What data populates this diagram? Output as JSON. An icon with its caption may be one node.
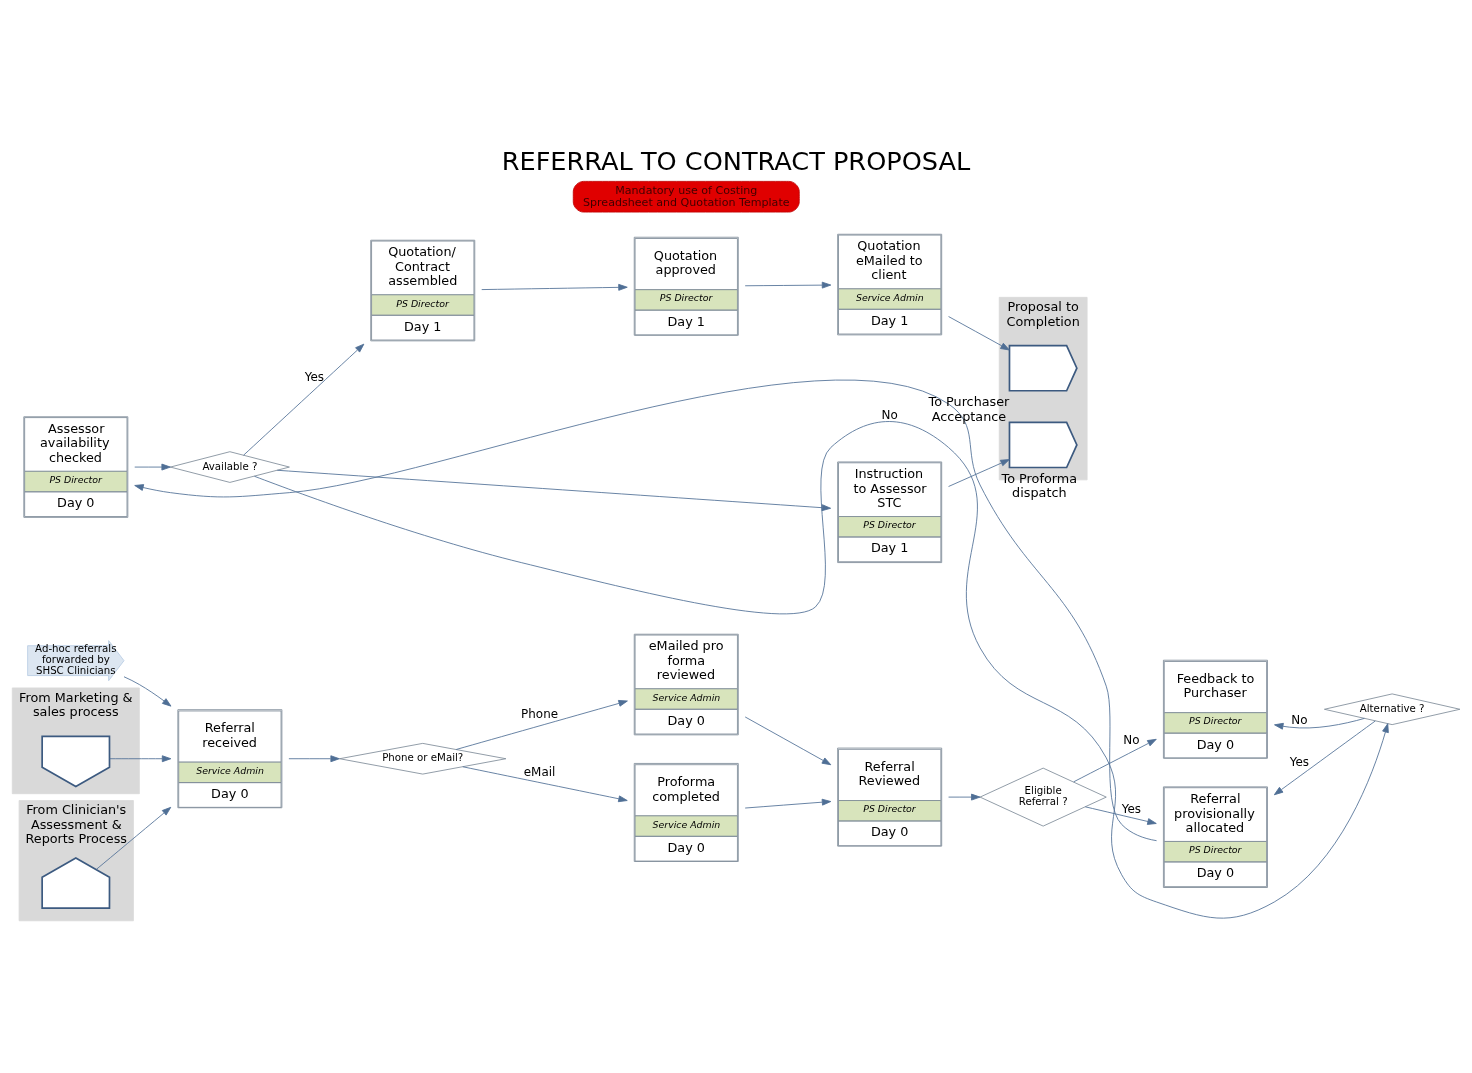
{
  "diagram": {
    "title": "REFERRAL TO CONTRACT PROPOSAL",
    "nodes": [
      {
        "text": [
          "From Marketing & sales process"
        ]
      },
      {
        "text": [],
        "shape": "pentagon",
        "in": 0
      },
      {
        "text": [
          "Ad-hoc referrals forwarded by SHSC Clinicians"
        ]
      },
      {
        "text": [
          "Referral received",
          "Service Admin",
          "Day 0"
        ]
      },
      {
        "text": [
          "From Clinician's Assessment & Reports Process"
        ]
      },
      {
        "text": [],
        "shape": "pentagon",
        "in": 4
      },
      {
        "text": [
          "Phone or eMail?"
        ]
      },
      {
        "text": [
          "eMailed pro forma reviewed",
          "Service Admin",
          "Day 0"
        ]
      },
      {
        "text": [
          "Proforma completed",
          "Service Admin",
          "Day 0"
        ]
      },
      {
        "text": [
          "Referral Reviewed",
          "PS Director",
          "Day 0"
        ]
      },
      {
        "text": [
          "Eligible Referral ?"
        ]
      },
      {
        "text": [
          "Feedback to Purchaser",
          "PS Director",
          "Day 0"
        ]
      },
      {
        "text": [
          "Referral provisionally allocated",
          "PS Director",
          "Day 0"
        ]
      },
      {
        "text": [
          "Alternative ?"
        ]
      },
      {
        "text": [
          "Assessor availability checked",
          "PS Director",
          "Day 0"
        ]
      },
      {
        "text": [
          "Available ?"
        ]
      },
      {
        "text": [
          "Quotation/ Contract assembled",
          "PS Director",
          "Day 1"
        ]
      },
      {
        "text": [
          "Quotation approved",
          "PS Director",
          "Day 1"
        ]
      },
      {
        "text": [
          "Quotation eMailed to client",
          "Service Admin",
          "Day 1"
        ]
      },
      {
        "text": [
          "Instruction to Assessor STC",
          "PS Director",
          "Day 1"
        ]
      },
      {
        "text": [
          "Mandatory use of Costing Spreadsheet and Quotation Template"
        ]
      },
      {
        "text": [
          "Proposal to Completion"
        ]
      },
      {
        "text": [],
        "shape": "pentagon",
        "in": 21,
        "beside": [
          "To Purchaser Acceptance"
        ]
      },
      {
        "text": [],
        "shape": "pentagon",
        "in": 21,
        "beside": [
          "To Proforma dispatch"
        ]
      }
    ],
    "edges": [
      {
        "from": 1,
        "to": 3,
        "arrow": "to"
      },
      {
        "from": 2,
        "to": 3,
        "arrow": "to"
      },
      {
        "from": 5,
        "to": 3,
        "arrow": "to"
      },
      {
        "from": 3,
        "to": 6,
        "arrow": "to"
      },
      {
        "from": 6,
        "to": 7,
        "arrow": "to",
        "label": "Phone"
      },
      {
        "from": 6,
        "to": 8,
        "arrow": "to",
        "label": "eMail"
      },
      {
        "from": 7,
        "to": 9,
        "arrow": "to"
      },
      {
        "from": 8,
        "to": 9,
        "arrow": "to"
      },
      {
        "from": 9,
        "to": 10,
        "arrow": "to"
      },
      {
        "from": 10,
        "to": 11,
        "arrow": "to",
        "label": "No"
      },
      {
        "from": 10,
        "to": 12,
        "arrow": "to",
        "label": "Yes"
      },
      {
        "from": 13,
        "to": 11,
        "arrow": "to",
        "label": "No"
      },
      {
        "from": 13,
        "to": 12,
        "arrow": "to",
        "label": "Yes"
      },
      {
        "from": 12,
        "to": 14,
        "arrow": "to"
      },
      {
        "from": 15,
        "to": 13,
        "arrow": "to",
        "label": "No"
      },
      {
        "from": 14,
        "to": 15,
        "arrow": "to"
      },
      {
        "from": 15,
        "to": 16,
        "arrow": "to",
        "label": "Yes"
      },
      {
        "from": 15,
        "to": 19,
        "arrow": "to"
      },
      {
        "from": 16,
        "to": 17,
        "arrow": "to"
      },
      {
        "from": 17,
        "to": 18,
        "arrow": "to"
      },
      {
        "from": 18,
        "to": 22,
        "arrow": "to"
      },
      {
        "from": 19,
        "to": 23,
        "arrow": "to"
      }
    ]
  }
}
